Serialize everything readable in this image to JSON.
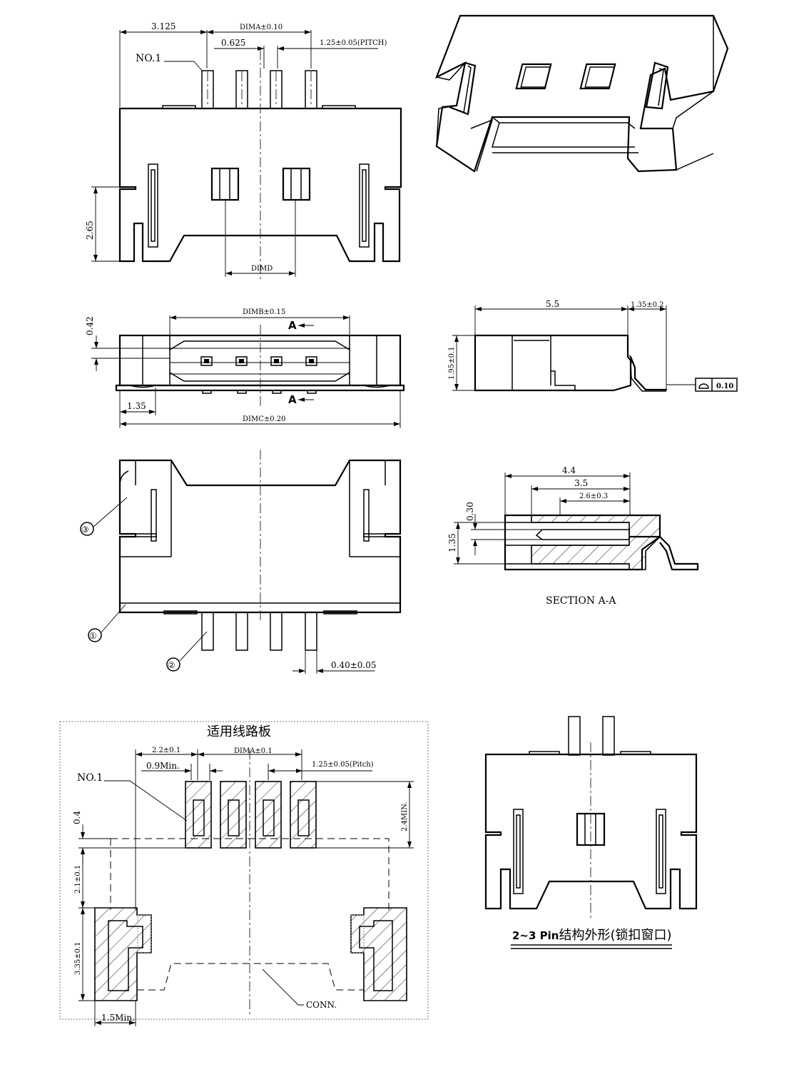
{
  "top_view": {
    "dim_3125": "3.125",
    "dim_dima_010": "DIMA±0.10",
    "dim_0625": "0.625",
    "dim_pitch": "1.25±0.05(PITCH)",
    "no1": "NO.1",
    "dim_265": "2.65",
    "dim_dimd": "DIMD"
  },
  "front_view": {
    "dim_dimb": "DIMB±0.15",
    "dim_042": "0.42",
    "section_mark": "A",
    "dim_135": "1.35",
    "dim_dimc": "DIMC±0.20"
  },
  "side_view": {
    "dim_55": "5.5",
    "dim_135_02": "1.35±0.2",
    "dim_195": "1.95±0.1",
    "flatness": "0.10"
  },
  "bottom_view": {
    "callout_1": "①",
    "callout_2": "②",
    "callout_3": "③",
    "dim_040": "0.40±0.05"
  },
  "section_view": {
    "dim_44": "4.4",
    "dim_35": "3.5",
    "dim_26": "2.6±0.3",
    "dim_030": "0.30",
    "dim_135": "1.35",
    "title": "SECTION A-A"
  },
  "pcb_layout": {
    "title": "适用线路板",
    "dim_22": "2.2±0.1",
    "dim_09": "0.9Min.",
    "dim_dima_01": "DIMA±0.1",
    "dim_pitch": "1.25±0.05(Pitch)",
    "no1": "NO.1",
    "dim_24": "2.4MIN.",
    "dim_04": "0.4",
    "dim_21": "2.1±0.1",
    "dim_335": "3.35±0.1",
    "dim_15": "1.5Min.",
    "conn": "CONN."
  },
  "small_view": {
    "caption_bold": "2~3  Pin",
    "caption_rest": "结构外形(锁扣窗口)"
  }
}
